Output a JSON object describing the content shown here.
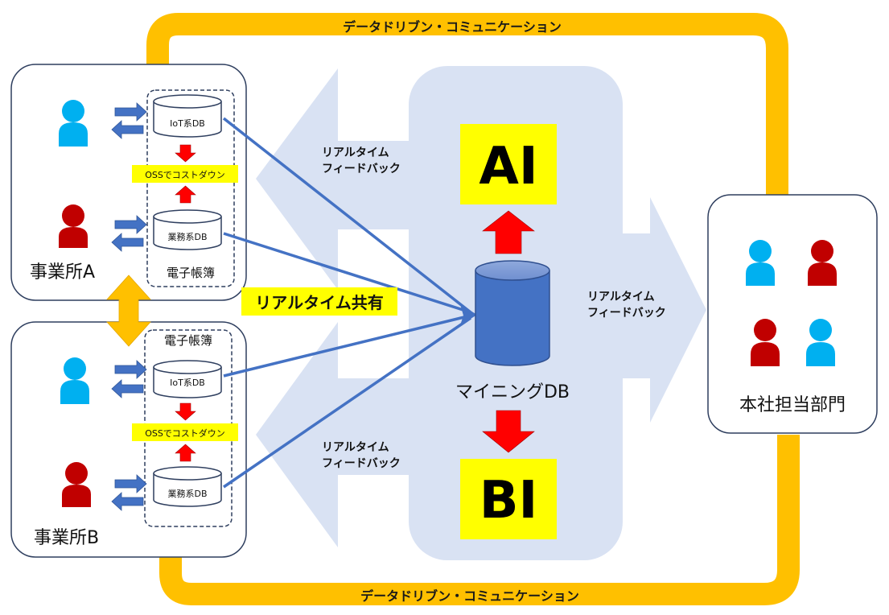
{
  "colors": {
    "flow_band": "#d9e2f3",
    "yellow_loop": "#ffc000",
    "highlight": "#ffff00",
    "db_blue": "#4472c4",
    "person_cyan": "#00b0f0",
    "person_red": "#c00000",
    "arrow_red": "#ff0000",
    "connector": "#4472c4",
    "border": "#2f3f5f"
  },
  "labels": {
    "loop_top": "データドリブン・コミュニケーション",
    "loop_bottom": "データドリブン・コミュニケーション",
    "feedback_top_l1": "リアルタイム",
    "feedback_top_l2": "フィードバック",
    "feedback_right_l1": "リアルタイム",
    "feedback_right_l2": "フィードバック",
    "feedback_bottom_l1": "リアルタイム",
    "feedback_bottom_l2": "フィードバック",
    "realtime_share": "リアルタイム共有",
    "mining_db": "マイニングDB",
    "ai": "AI",
    "bi": "BI"
  },
  "office_a": {
    "name": "事業所A",
    "ledger": "電子帳簿",
    "iot_db": "IoT系DB",
    "oss": "OSSでコストダウン",
    "biz_db": "業務系DB"
  },
  "office_b": {
    "name": "事業所B",
    "ledger": "電子帳簿",
    "iot_db": "IoT系DB",
    "oss": "OSSでコストダウン",
    "biz_db": "業務系DB"
  },
  "headquarters": {
    "name": "本社担当部門"
  }
}
